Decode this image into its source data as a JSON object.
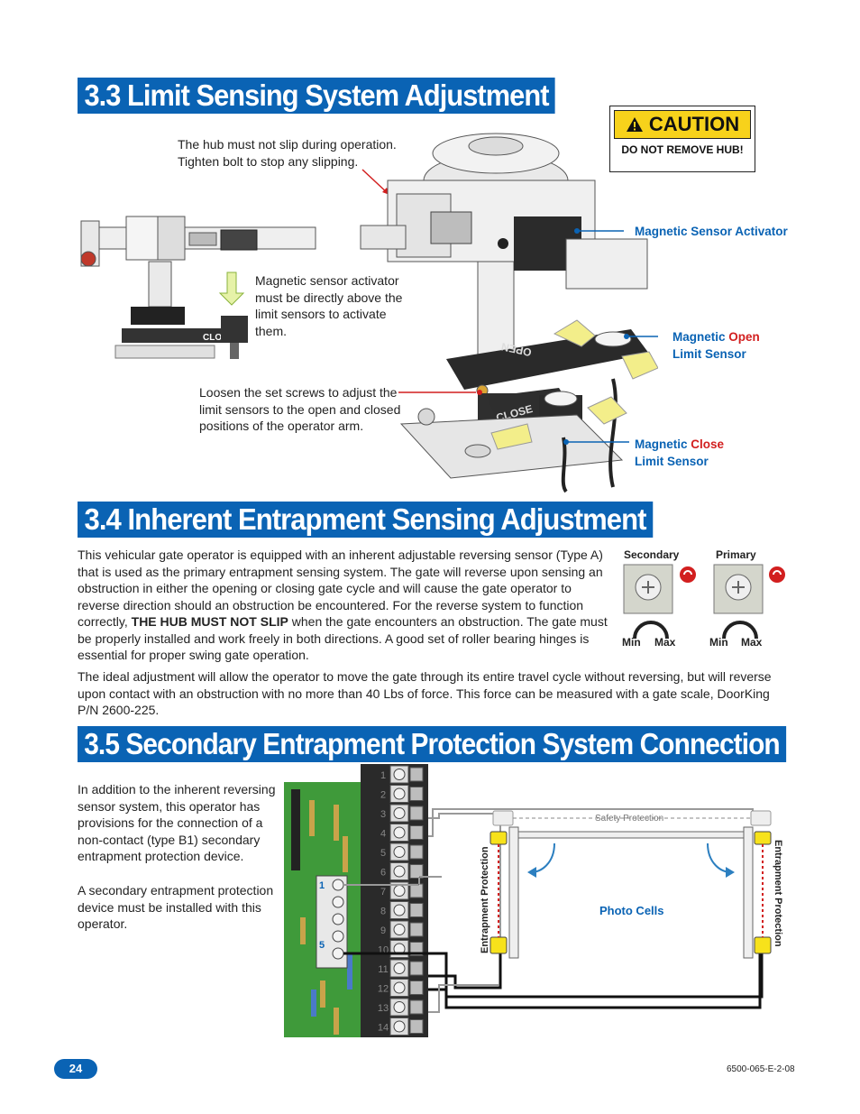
{
  "sections": {
    "s33_title": "3.3 Limit Sensing System Adjustment",
    "s34_title": "3.4 Inherent Entrapment Sensing Adjustment",
    "s35_title": "3.5 Secondary Entrapment Protection System Connection"
  },
  "caution": {
    "heading": "CAUTION",
    "message": "DO NOT REMOVE HUB!"
  },
  "fig33": {
    "hub_note_line1": "The hub must not slip during operation.",
    "hub_note_line2": "Tighten bolt to stop any slipping.",
    "activator_note": [
      "Magnetic sensor activator",
      "must be directly above the",
      "limit sensors to activate",
      "them."
    ],
    "setscrew_note": [
      "Loosen the set screws to adjust the",
      "limit sensors to the open and closed",
      "positions of the operator arm."
    ],
    "callout_activator": "Magnetic Sensor Activator",
    "callout_open_a": "Magnetic ",
    "callout_open_b": "Open",
    "callout_open_c": "Limit Sensor",
    "callout_close_a": "Magnetic ",
    "callout_close_b": "Close",
    "callout_close_c": "Limit Sensor",
    "close_label": "CLOSE",
    "open_label": "OPEN"
  },
  "s34": {
    "para1": [
      "This vehicular gate operator is equipped with an inherent adjustable reversing sensor (Type A)",
      "that is used as the primary entrapment sensing system. The gate will reverse upon sensing an",
      "obstruction in either the opening or closing gate cycle and will cause the gate operator to",
      "reverse direction should an obstruction be encountered. For the reverse system to function"
    ],
    "para1_l5a": "correctly, ",
    "para1_l5b": "THE HUB MUST NOT SLIP",
    "para1_l5c": " when the gate encounters an obstruction. The gate must",
    "para1_rest": [
      "be properly installed and work freely in both directions. A good set of roller bearing hinges is",
      "essential for proper swing gate operation."
    ],
    "para2": [
      "The ideal adjustment will allow the operator to move the gate through its entire travel cycle without reversing, but will reverse",
      "upon contact with an obstruction with no more than 40 Lbs of force. This force can be measured with a gate scale, DoorKing",
      "P/N 2600-225."
    ],
    "pots": {
      "secondary": "Secondary",
      "primary": "Primary",
      "min": "Min",
      "max": "Max"
    }
  },
  "s35": {
    "para1": [
      "In addition to the inherent reversing",
      "sensor system, this operator has",
      "provisions for the connection of a",
      "non-contact (type B1) secondary",
      "entrapment protection device."
    ],
    "para2": [
      "A secondary entrapment protection",
      "device must be installed with this",
      "operator."
    ],
    "diagram": {
      "safety_protection": "Safety Protection",
      "photo_cells": "Photo Cells",
      "entrapment_left": "Entrapment Protection",
      "entrapment_right": "Entrapment Protection",
      "terminal_numbers": [
        "1",
        "2",
        "3",
        "4",
        "5",
        "6",
        "7",
        "8",
        "9",
        "10",
        "11",
        "12",
        "13",
        "14"
      ],
      "small_terminal_1": "1",
      "small_terminal_5": "5"
    }
  },
  "footer": {
    "page_number": "24",
    "doc_number": "6500-065-E-2-08"
  },
  "colors": {
    "accent_blue": "#0a63b4",
    "warning_red": "#d21f1f",
    "caution_yellow": "#f7d21b",
    "arrow_yellow": "#f3ee8a",
    "pcb_green": "#3f9a3a"
  }
}
